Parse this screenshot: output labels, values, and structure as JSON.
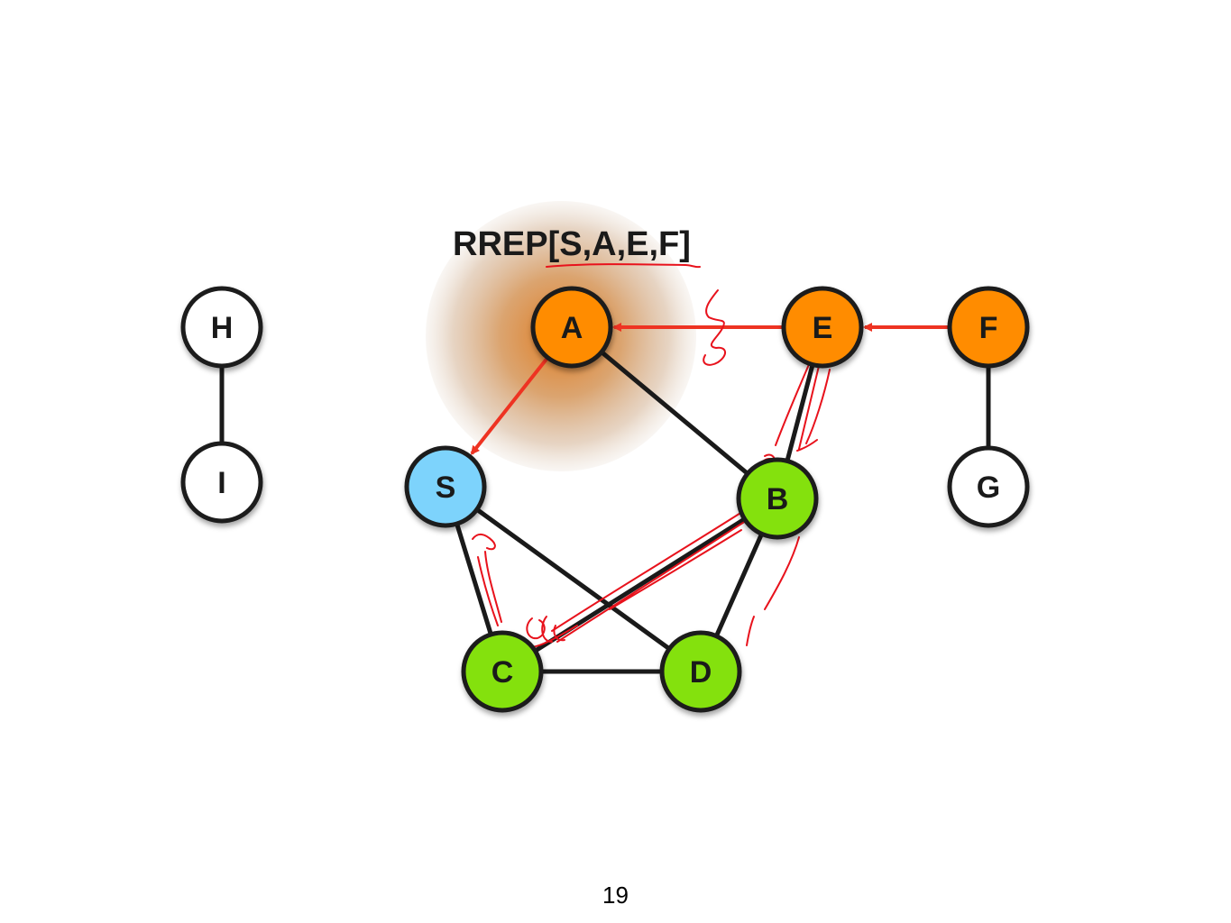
{
  "message_label": "RREP[S,A,E,F]",
  "page_number": "19",
  "colors": {
    "route_node": "#ff8c00",
    "source_node": "#7dd3fc",
    "reached_node": "#84e10e",
    "idle_node": "#ffffff",
    "link": "#1a1a1a",
    "reply_arrow": "#ee3322",
    "annotation": "#e8121c",
    "broadcast_halo": "#c8793a"
  },
  "nodes": [
    {
      "id": "H",
      "label": "H",
      "state": "idle"
    },
    {
      "id": "I",
      "label": "I",
      "state": "idle"
    },
    {
      "id": "A",
      "label": "A",
      "state": "route"
    },
    {
      "id": "E",
      "label": "E",
      "state": "route"
    },
    {
      "id": "F",
      "label": "F",
      "state": "route"
    },
    {
      "id": "S",
      "label": "S",
      "state": "source"
    },
    {
      "id": "B",
      "label": "B",
      "state": "reached"
    },
    {
      "id": "G",
      "label": "G",
      "state": "idle"
    },
    {
      "id": "C",
      "label": "C",
      "state": "reached"
    },
    {
      "id": "D",
      "label": "D",
      "state": "reached"
    }
  ],
  "links": [
    {
      "from": "H",
      "to": "I"
    },
    {
      "from": "A",
      "to": "B"
    },
    {
      "from": "E",
      "to": "B"
    },
    {
      "from": "F",
      "to": "G"
    },
    {
      "from": "S",
      "to": "C"
    },
    {
      "from": "S",
      "to": "D"
    },
    {
      "from": "B",
      "to": "C"
    },
    {
      "from": "B",
      "to": "D"
    },
    {
      "from": "C",
      "to": "D"
    }
  ],
  "reply_path": [
    {
      "from": "F",
      "to": "E"
    },
    {
      "from": "E",
      "to": "A"
    },
    {
      "from": "A",
      "to": "S"
    }
  ],
  "broadcast_node": "A"
}
